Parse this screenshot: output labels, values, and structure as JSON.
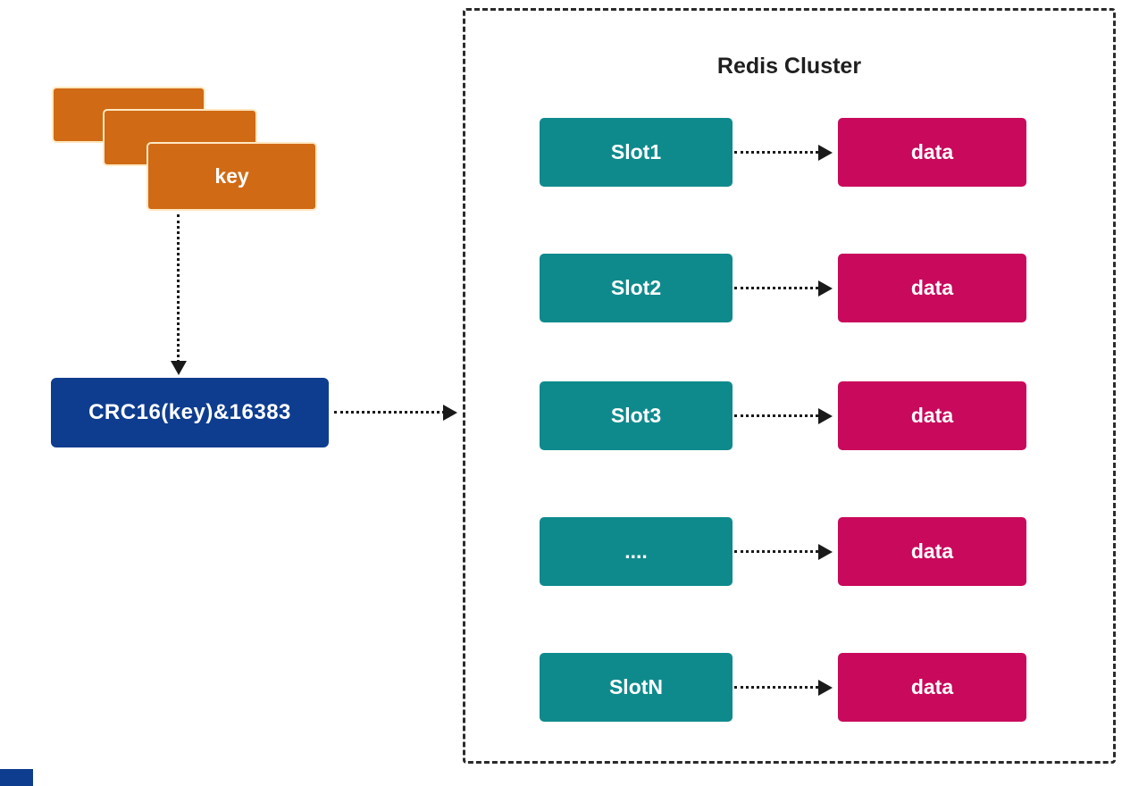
{
  "colors": {
    "key": "#d06a15",
    "hash": "#0e3d8f",
    "slot": "#0f8a8c",
    "data": "#c9095b",
    "arrow": "#1a1a1a"
  },
  "key_stack": {
    "label": "key"
  },
  "hash_box": {
    "label": "CRC16(key)&16383"
  },
  "cluster": {
    "title": "Redis Cluster",
    "rows": [
      {
        "slot": "Slot1",
        "data": "data"
      },
      {
        "slot": "Slot2",
        "data": "data"
      },
      {
        "slot": "Slot3",
        "data": "data"
      },
      {
        "slot": "....",
        "data": "data"
      },
      {
        "slot": "SlotN",
        "data": "data"
      }
    ]
  }
}
